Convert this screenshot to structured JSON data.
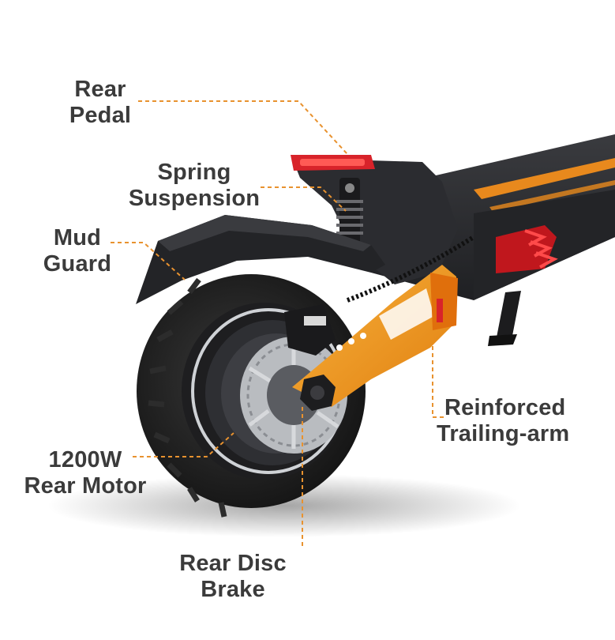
{
  "callouts": {
    "rear_pedal": {
      "line1": "Rear",
      "line2": "Pedal"
    },
    "spring_suspension": {
      "line1": "Spring",
      "line2": "Suspension"
    },
    "mud_guard": {
      "line1": "Mud",
      "line2": "Guard"
    },
    "rear_motor": {
      "line1": "1200W",
      "line2": "Rear Motor"
    },
    "trailing_arm": {
      "line1": "Reinforced",
      "line2": "Trailing-arm"
    },
    "disc_brake": {
      "line1": "Rear Disc",
      "line2": "Brake"
    }
  },
  "colors": {
    "leader_line": "#e8922f",
    "label_text": "#3b3b3b",
    "scooter_body": "#2a2b2e",
    "trailing_arm": "#f39a1e",
    "tail_light": "#d8232a"
  },
  "icons": {
    "product": "electric-scooter-rear-wheel"
  }
}
